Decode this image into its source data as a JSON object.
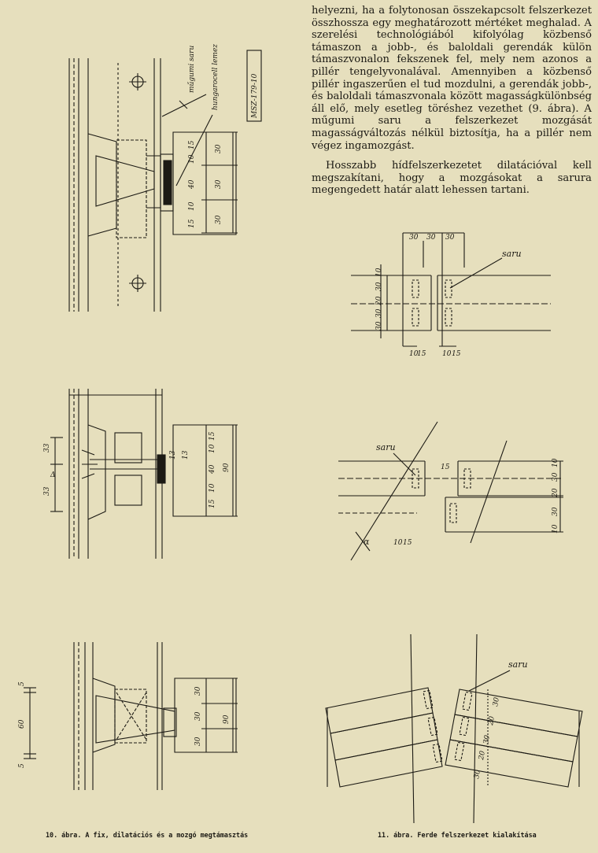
{
  "text": {
    "paragraph1": "helyezni, ha a folytonosan összekapcsolt felszerkezet összhossza egy meghatározott mértéket meghalad. A szerelési technológiából kifolyólag közbenső támaszon a jobb-, és baloldali gerendák külön támaszvonalon fekszenek fel, mely nem azonos a pillér tengelyvonalával. Amennyiben a közbenső pillér ingaszerűen el tud mozdulni, a gerendák jobb-, és baloldali támaszvonala között magasságkülönbség áll elő, mely esetleg töréshez vezethet (9. ábra). A műgumi saru a felszerkezet mozgását magasságváltozás nélkül biztosítja, ha a pillér nem végez ingamozgást.",
    "paragraph2": "Hosszabb hídfelszerkezetet dilatációval kell megszakítani, hogy a mozgásokat a sarura megengedett határ alatt lehessen tartani."
  },
  "captions": {
    "fig10": "10. ábra. A fix, dilatációs és a mozgó megtámasztás",
    "fig11": "11. ábra. Ferde felszerkezet kialakítása"
  },
  "fig10_top": {
    "label_mugumi_saru": "műgumi saru",
    "label_hungarocell": "hungarocell lemez",
    "standard": "MSZ-179-10",
    "dim_outer": [
      "30",
      "30",
      "30"
    ],
    "dim_inner": [
      "15",
      "10",
      "40",
      "10",
      "15"
    ]
  },
  "fig10_mid": {
    "dim_left": [
      "33",
      "Δ",
      "33"
    ],
    "dim_gap": [
      "13",
      "13"
    ],
    "dim_inner": [
      "15",
      "10",
      "40",
      "10",
      "15"
    ],
    "dim_total": "90"
  },
  "fig10_bot": {
    "dim_left": [
      "5",
      "60",
      "5"
    ],
    "dim_outer": [
      "30",
      "30",
      "30"
    ],
    "dim_total": "90"
  },
  "fig11_top": {
    "label_saru": "saru",
    "dim_top": [
      "30",
      "30",
      "30"
    ],
    "dim_left": [
      "10",
      "30",
      "20",
      "30",
      "30"
    ],
    "dim_bot_left": [
      "10",
      "15"
    ],
    "dim_bot_right": [
      "10",
      "15"
    ]
  },
  "fig11_mid": {
    "label_saru": "saru",
    "label_angle": "α",
    "dim_gap": "15",
    "dim_bot": [
      "10",
      "15"
    ],
    "dim_right": [
      "10",
      "30",
      "20",
      "30",
      "10"
    ]
  },
  "fig11_bot": {
    "label_saru": "saru",
    "dim_right": [
      "30",
      "20",
      "30",
      "20",
      "30"
    ]
  }
}
